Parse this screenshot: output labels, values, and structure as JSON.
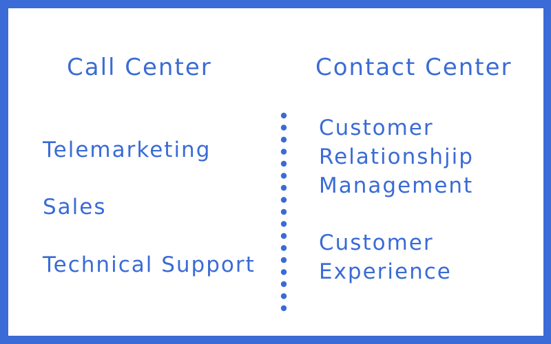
{
  "left_column": {
    "title": "Call Center",
    "items": [
      "Telemarketing",
      "Sales",
      "Technical Support"
    ]
  },
  "right_column": {
    "title": "Contact Center",
    "items": [
      "Customer\nRelationshjip\nManagement",
      "Customer\nExperience"
    ]
  },
  "colors": {
    "accent": "#3a6bd6",
    "background": "#ffffff"
  }
}
